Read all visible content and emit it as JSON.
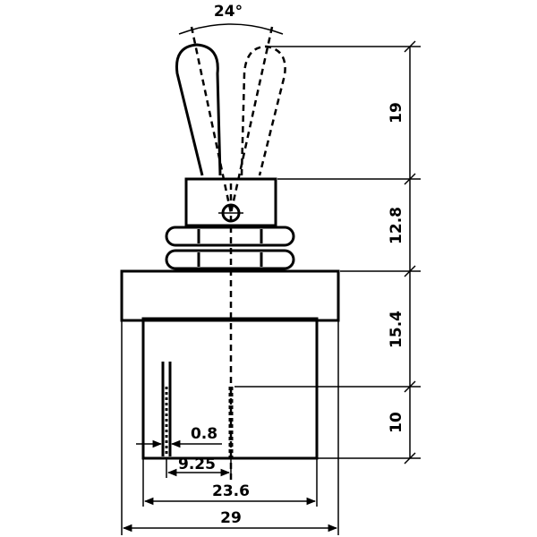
{
  "dimensions": {
    "angle": "24°",
    "lever_height": "19",
    "bushing_height": "12.8",
    "body_height": "15.4",
    "terminal_length": "10",
    "terminal_thickness": "0.8",
    "terminal_pitch": "9.25",
    "body_inner_width": "23.6",
    "body_outer_width": "29"
  }
}
